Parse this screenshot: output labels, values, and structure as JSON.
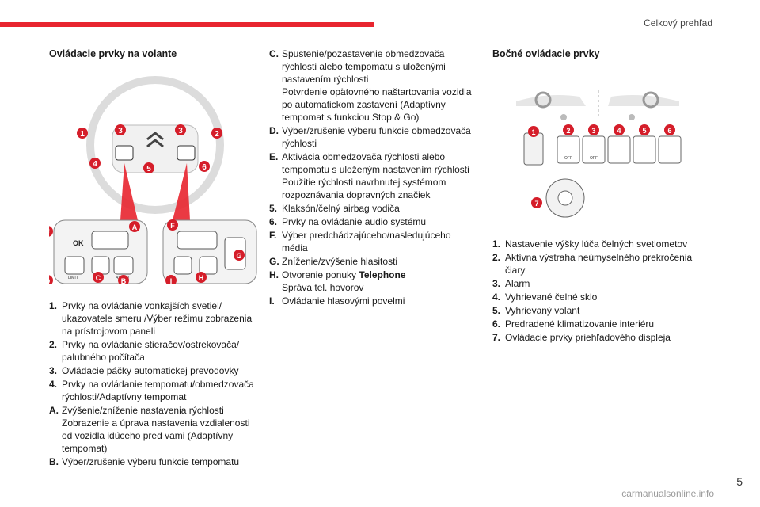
{
  "header": {
    "running_head": "Celkový prehľad"
  },
  "footer": {
    "page_number": "5",
    "watermark": "carmanualsonline.info"
  },
  "left": {
    "title": "Ovládacie prvky na volante",
    "figure_labels": {
      "n1": "1",
      "n2": "2",
      "n3a": "3",
      "n3b": "3",
      "n4": "4",
      "n5": "5",
      "n6": "6",
      "A": "A",
      "B": "B",
      "C": "C",
      "D": "D",
      "E": "E",
      "F": "F",
      "G": "G",
      "H": "H",
      "I": "I",
      "ok": "OK",
      "limit": "LIMIT",
      "assist": "ASSIST"
    },
    "items": [
      {
        "key": "1.",
        "lines": [
          "Prvky na ovládanie vonkajších svetiel/ ukazovatele smeru /Výber režimu zobrazenia na prístrojovom paneli"
        ]
      },
      {
        "key": "2.",
        "lines": [
          "Prvky na ovládanie stieračov/ostrekovača/ palubného počítača"
        ]
      },
      {
        "key": "3.",
        "lines": [
          "Ovládacie páčky automatickej prevodovky"
        ]
      },
      {
        "key": "4.",
        "lines": [
          "Prvky na ovládanie tempomatu/obmedzovača rýchlosti/Adaptívny tempomat"
        ]
      },
      {
        "key": "A.",
        "lines": [
          "Zvýšenie/zníženie nastavenia rýchlosti",
          "Zobrazenie a úprava nastavenia vzdialenosti od vozidla idúceho pred vami (Adaptívny tempomat)"
        ]
      },
      {
        "key": "B.",
        "lines": [
          "Výber/zrušenie výberu funkcie tempomatu"
        ]
      }
    ]
  },
  "middle": {
    "items": [
      {
        "key": "C.",
        "lines": [
          "Spustenie/pozastavenie obmedzovača rýchlosti alebo tempomatu s uloženými nastavením rýchlosti",
          "Potvrdenie opätovného naštartovania vozidla po automatickom zastavení (Adaptívny tempomat s funkciou Stop & Go)"
        ]
      },
      {
        "key": "D.",
        "lines": [
          "Výber/zrušenie výberu funkcie obmedzovača rýchlosti"
        ]
      },
      {
        "key": "E.",
        "lines": [
          "Aktivácia obmedzovača rýchlosti alebo tempomatu s uloženým nastavením rýchlosti",
          "Použitie rýchlosti navrhnutej systémom rozpoznávania dopravných značiek"
        ]
      },
      {
        "key": "5.",
        "lines": [
          "Klaksón/čelný airbag vodiča"
        ]
      },
      {
        "key": "6.",
        "lines": [
          "Prvky na ovládanie audio systému"
        ]
      },
      {
        "key": "F.",
        "lines": [
          "Výber predchádzajúceho/nasledujúceho média"
        ]
      },
      {
        "key": "G.",
        "lines": [
          "Zníženie/zvýšenie hlasitosti"
        ]
      },
      {
        "key": "H.",
        "lines_bold": {
          "prefix": "Otvorenie ponuky ",
          "bold": "Telephone"
        },
        "lines": [
          "Správa tel. hovorov"
        ]
      },
      {
        "key": "I.",
        "lines": [
          "Ovládanie hlasovými povelmi"
        ]
      }
    ]
  },
  "right": {
    "title": "Bočné ovládacie prvky",
    "figure_labels": {
      "n1": "1",
      "n2": "2",
      "n3": "3",
      "n4": "4",
      "n5": "5",
      "n6": "6",
      "n7": "7",
      "off1": "OFF",
      "off2": "OFF"
    },
    "items": [
      {
        "key": "1.",
        "lines": [
          "Nastavenie výšky lúča čelných svetlometov"
        ]
      },
      {
        "key": "2.",
        "lines": [
          "Aktívna výstraha neúmyselného prekročenia čiary"
        ]
      },
      {
        "key": "3.",
        "lines": [
          "Alarm"
        ]
      },
      {
        "key": "4.",
        "lines": [
          "Vyhrievané čelné sklo"
        ]
      },
      {
        "key": "5.",
        "lines": [
          "Vyhrievaný volant"
        ]
      },
      {
        "key": "6.",
        "lines": [
          "Predradené klimatizovanie interiéru"
        ]
      },
      {
        "key": "7.",
        "lines": [
          "Ovládacie prvky priehľadového displeja"
        ]
      }
    ]
  },
  "colors": {
    "accent": "#e8252f",
    "callout": "#d51e2a",
    "text": "#1a1a1a",
    "muted": "#9a9a9a"
  }
}
